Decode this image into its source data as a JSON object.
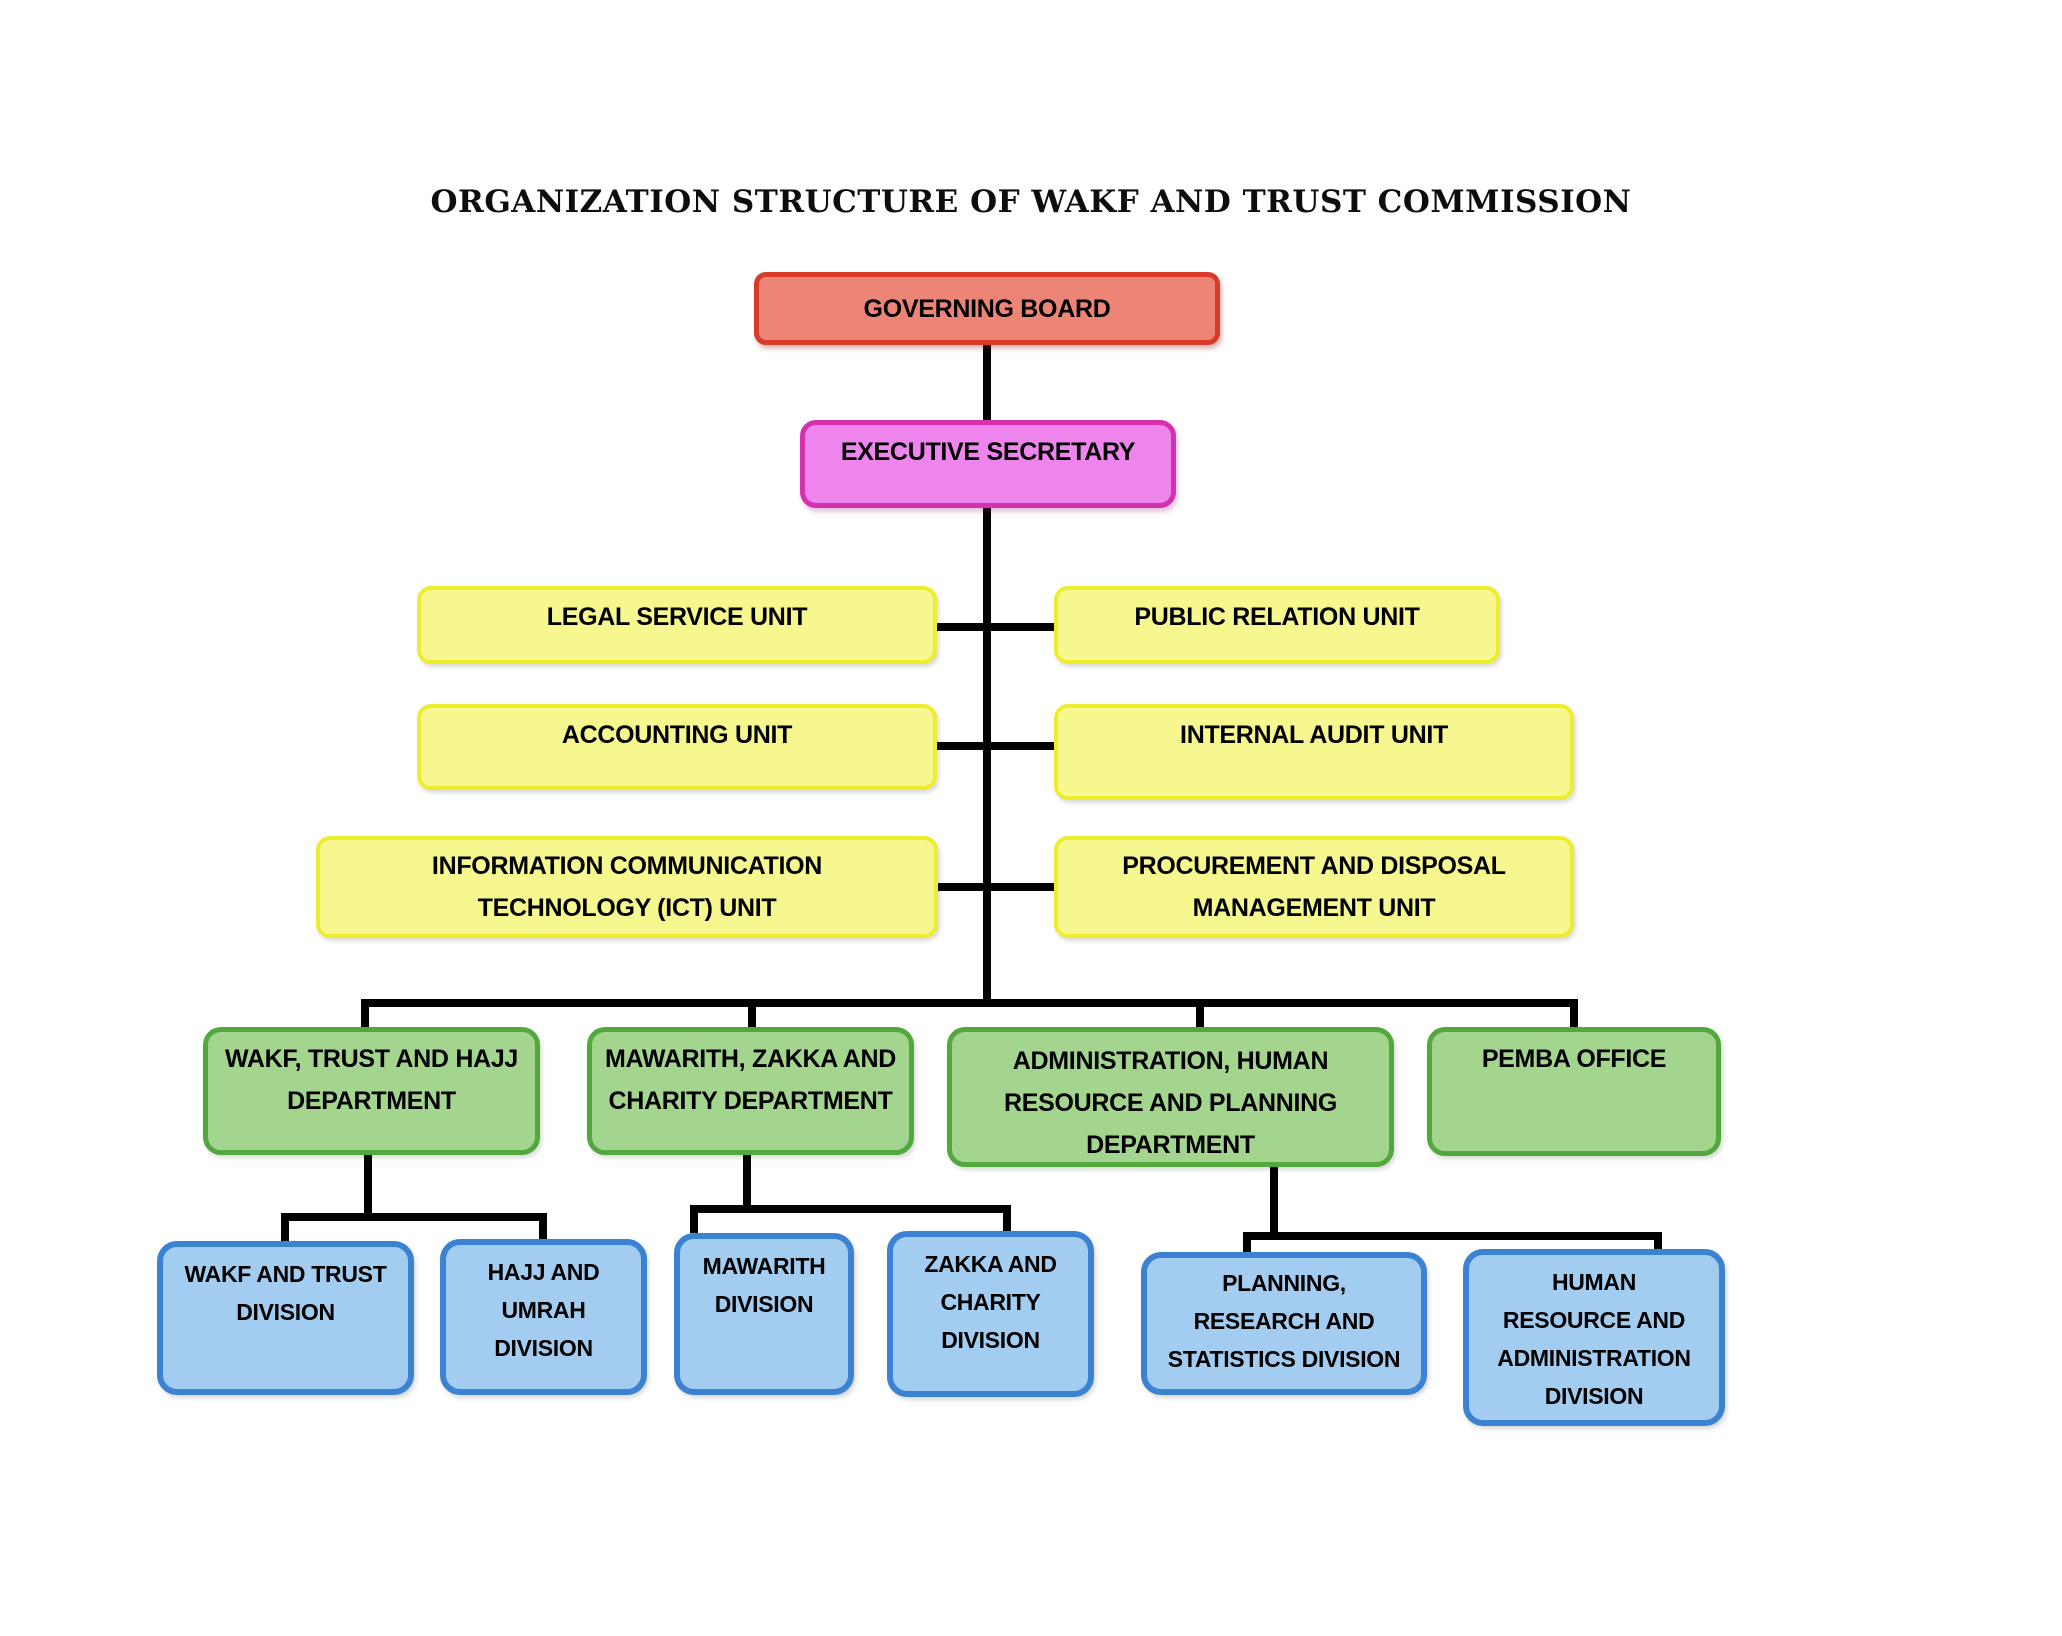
{
  "title": "ORGANIZATION STRUCTURE OF WAKF AND TRUST COMMISSION",
  "colors": {
    "background": "#ffffff",
    "text": "#000000",
    "connector": "#000000",
    "board_fill": "#ec8576",
    "board_border": "#d93b2b",
    "secretary_fill": "#ee85ec",
    "secretary_border": "#d531ae",
    "unit_fill": "#f7f78f",
    "unit_border": "#eded2f",
    "department_fill": "#a3d58f",
    "department_border": "#52a83c",
    "division_fill": "#a2cdf0",
    "division_border": "#3c82d2"
  },
  "nodes": {
    "governing_board": {
      "label": "GOVERNING BOARD"
    },
    "executive_secretary": {
      "label": "EXECUTIVE SECRETARY"
    },
    "legal_service_unit": {
      "label": "LEGAL SERVICE UNIT"
    },
    "public_relation_unit": {
      "label": "PUBLIC RELATION UNIT"
    },
    "accounting_unit": {
      "label": "ACCOUNTING UNIT"
    },
    "internal_audit_unit": {
      "label": "INTERNAL AUDIT UNIT"
    },
    "ict_unit": {
      "label": "INFORMATION COMMUNICATION\nTECHNOLOGY (ICT) UNIT"
    },
    "procurement_unit": {
      "label": "PROCUREMENT AND DISPOSAL\nMANAGEMENT UNIT"
    },
    "wakf_trust_hajj_department": {
      "label": "WAKF, TRUST AND HAJJ\nDEPARTMENT"
    },
    "mawarith_zakka_department": {
      "label": "MAWARITH, ZAKKA AND\nCHARITY DEPARTMENT"
    },
    "admin_hr_planning_department": {
      "label": "ADMINISTRATION, HUMAN\nRESOURCE AND PLANNING\nDEPARTMENT"
    },
    "pemba_office": {
      "label": "PEMBA OFFICE"
    },
    "wakf_trust_division": {
      "label": "WAKF AND TRUST\nDIVISION"
    },
    "hajj_umrah_division": {
      "label": "HAJJ AND\nUMRAH\nDIVISION"
    },
    "mawarith_division": {
      "label": "MAWARITH\nDIVISION"
    },
    "zakka_charity_division": {
      "label": "ZAKKA AND\nCHARITY\nDIVISION"
    },
    "planning_research_division": {
      "label": "PLANNING,\nRESEARCH AND\nSTATISTICS DIVISION"
    },
    "human_resource_division": {
      "label": "HUMAN\nRESOURCE AND\nADMINISTRATION\nDIVISION"
    }
  }
}
